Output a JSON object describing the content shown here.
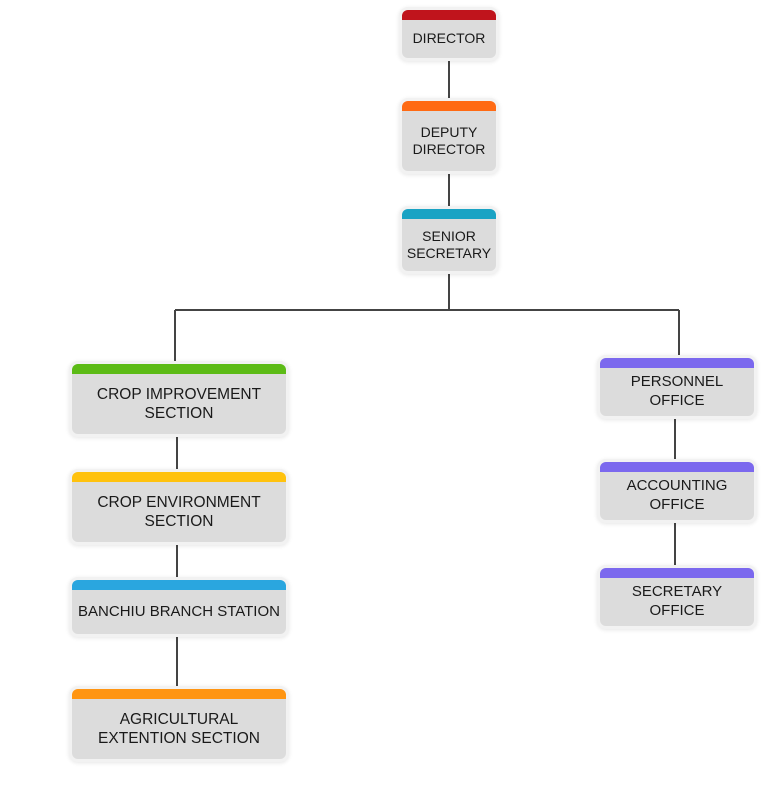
{
  "nodes": {
    "director": {
      "label": "DIRECTOR",
      "color": "#c0141c"
    },
    "deputy": {
      "label": "DEPUTY\nDIRECTOR",
      "color": "#ff6a13"
    },
    "senior": {
      "label": "SENIOR\nSECRETARY",
      "color": "#1aa3c4"
    },
    "crop_imp": {
      "label": "CROP IMPROVEMENT\nSECTION",
      "color": "#5cbb16"
    },
    "crop_env": {
      "label": "CROP ENVIRONMENT\nSECTION",
      "color": "#ffc20e"
    },
    "banchiu": {
      "label": "BANCHIU BRANCH STATION",
      "color": "#2aa6df"
    },
    "agri": {
      "label": "AGRICULTURAL\nEXTENTION SECTION",
      "color": "#ff9512"
    },
    "personnel": {
      "label": "PERSONNEL OFFICE",
      "color": "#7b68ee"
    },
    "accounting": {
      "label": "ACCOUNTING OFFICE",
      "color": "#7b68ee"
    },
    "secretary": {
      "label": "SECRETARY OFFICE",
      "color": "#7b68ee"
    }
  },
  "line_color": "#444444"
}
